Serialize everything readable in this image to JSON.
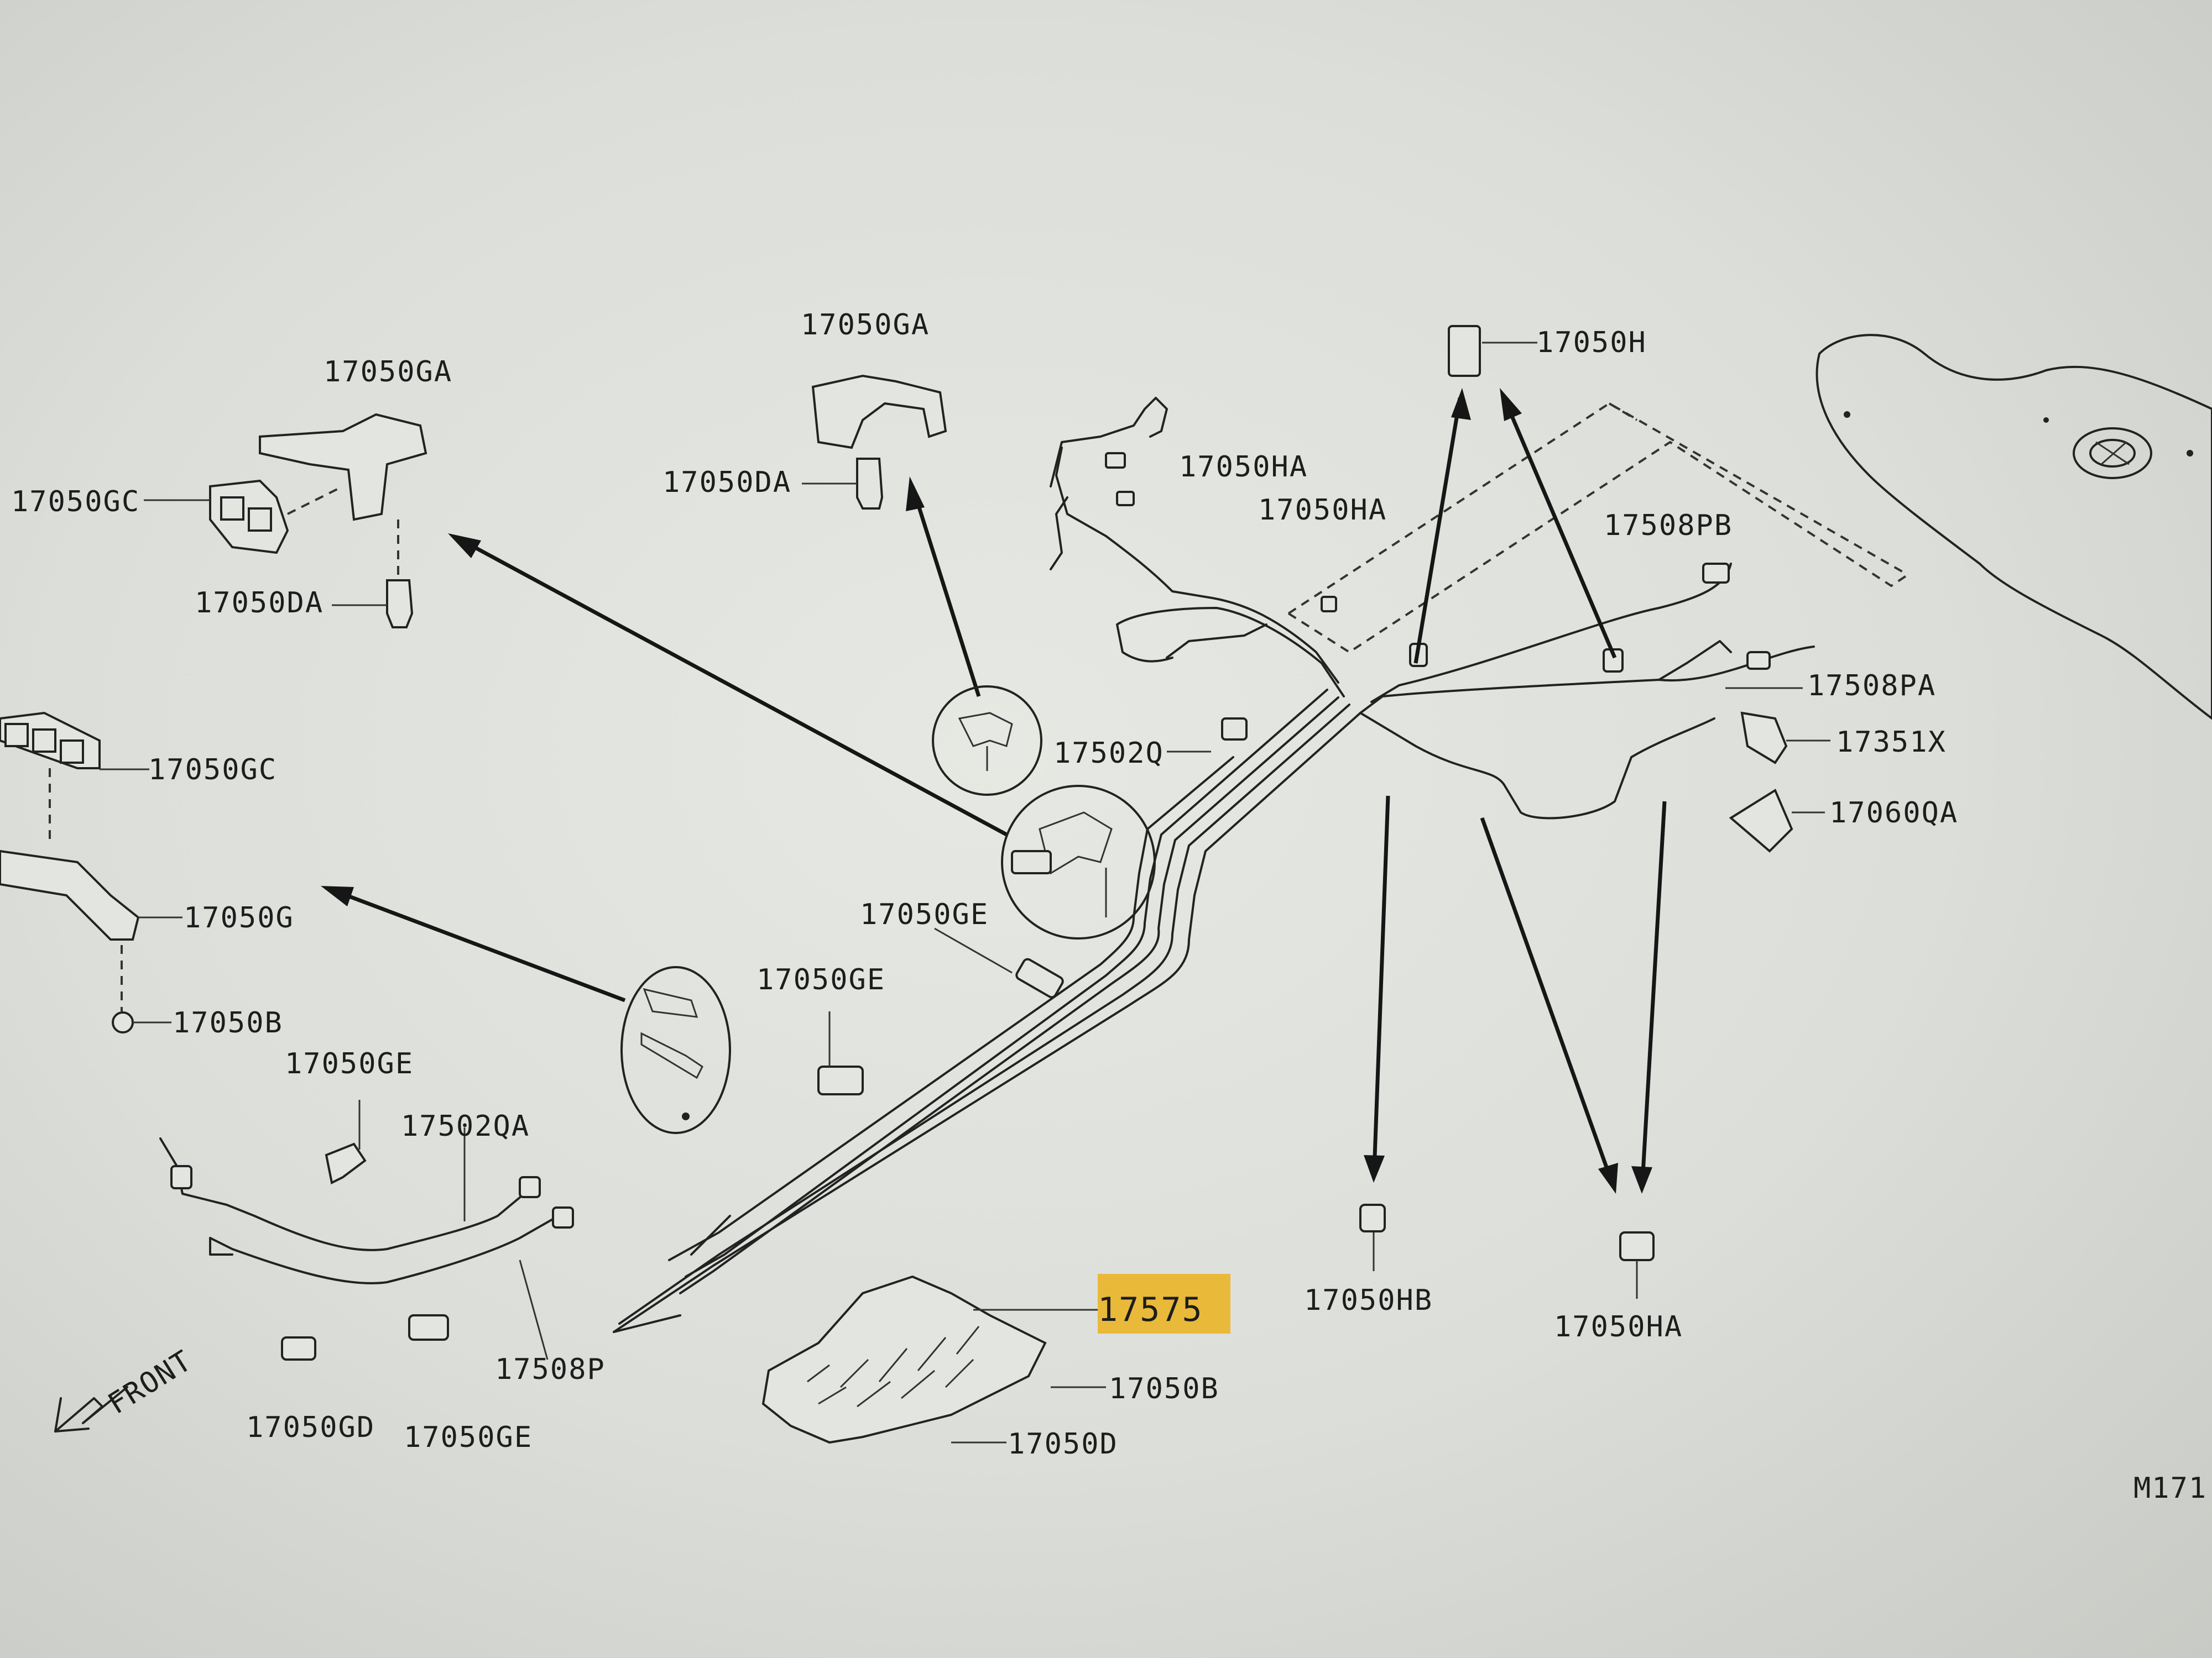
{
  "labels": {
    "p_17050GA_a": "17050GA",
    "p_17050GC_a": "17050GC",
    "p_17050DA_a": "17050DA",
    "p_17050GA_b": "17050GA",
    "p_17050DA_b": "17050DA",
    "p_17050H": "17050H",
    "p_17050HA_a": "17050HA",
    "p_17050HA_b": "17050HA",
    "p_17508PB": "17508PB",
    "p_17508PA": "17508PA",
    "p_17502Q": "17502Q",
    "p_17351X": "17351X",
    "p_17060QA": "17060QA",
    "p_17050GC_b": "17050GC",
    "p_17050G": "17050G",
    "p_17050B_a": "17050B",
    "p_17050GE_a": "17050GE",
    "p_17050GE_b": "17050GE",
    "p_17050GE_c": "17050GE",
    "p_17502QA": "17502QA",
    "p_17508P": "17508P",
    "p_17050GD": "17050GD",
    "p_17050GE_d": "17050GE",
    "p_17575": "17575",
    "p_17050B_b": "17050B",
    "p_17050D": "17050D",
    "p_17050HB": "17050HB",
    "p_17050HA_c": "17050HA",
    "front": "FRONT",
    "figure_code": "M171"
  },
  "colors": {
    "highlight": "#e9b93a",
    "ink": "#1c1d1c",
    "paper": "#e2e4df"
  }
}
